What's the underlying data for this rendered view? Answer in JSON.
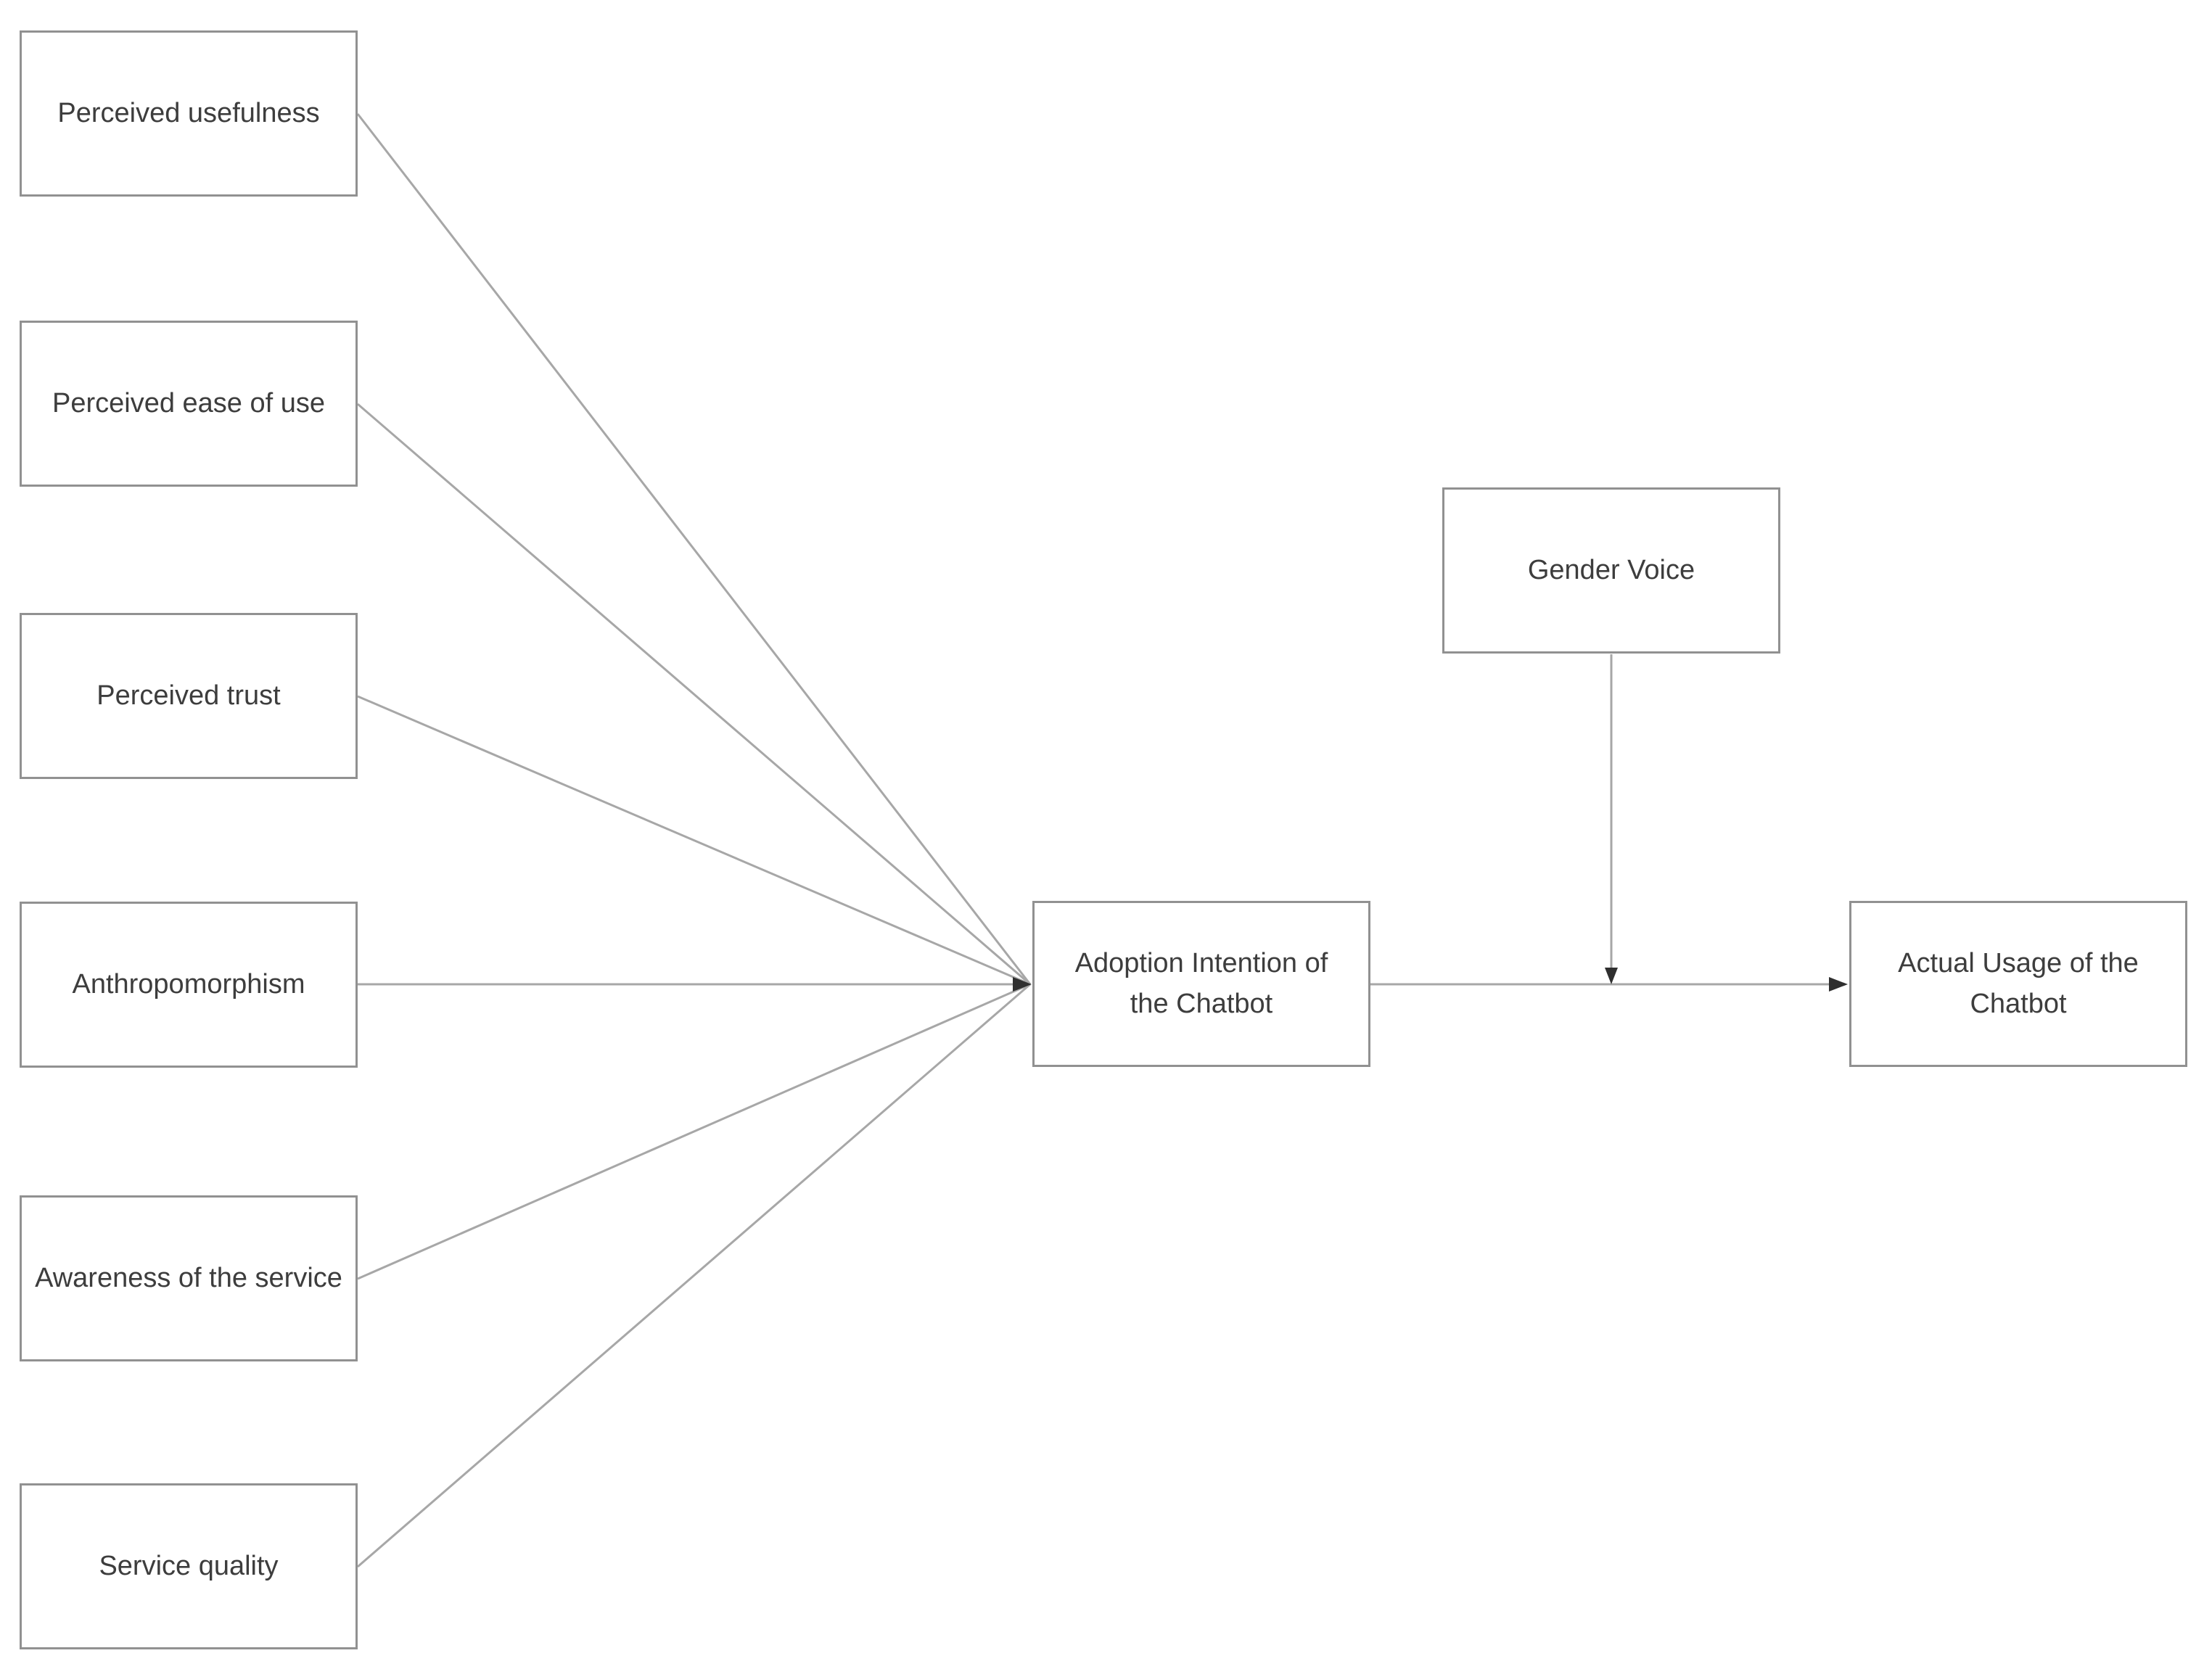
{
  "colors": {
    "background": "#ffffff",
    "box_border": "#919191",
    "connector": "#a7a7a7",
    "arrowhead": "#2f2f2f",
    "text": "#3d3d3d"
  },
  "nodes": {
    "perceived_usefulness": {
      "label": "Perceived usefulness"
    },
    "perceived_ease_of_use": {
      "label": "Perceived ease of use"
    },
    "perceived_trust": {
      "label": "Perceived trust"
    },
    "anthropomorphism": {
      "label": "Anthropomorphism"
    },
    "awareness_of_the_service": {
      "label": "Awareness of the service"
    },
    "service_quality": {
      "label": "Service quality"
    },
    "adoption_intention": {
      "label_line1": "Adoption Intention of",
      "label_line2": "the Chatbot"
    },
    "gender_voice": {
      "label": "Gender Voice"
    },
    "actual_usage": {
      "label_line1": "Actual Usage of the",
      "label_line2": "Chatbot"
    }
  }
}
